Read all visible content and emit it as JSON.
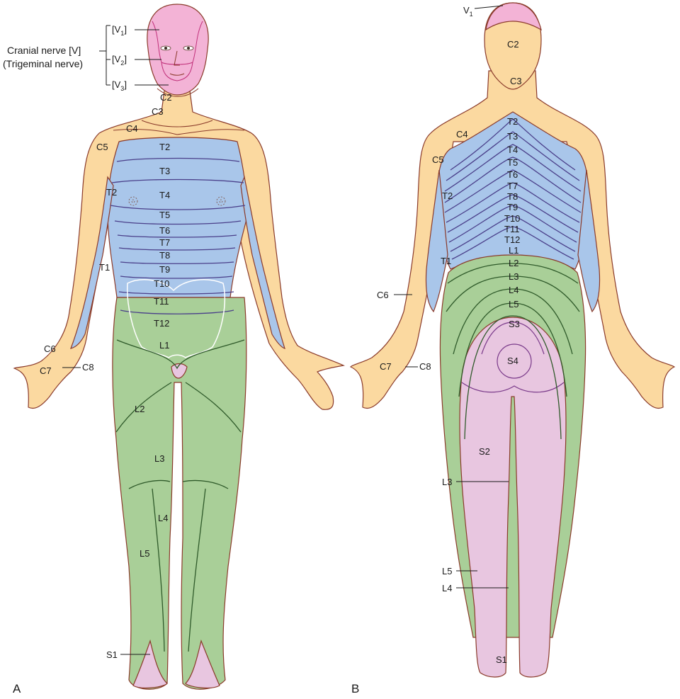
{
  "colors": {
    "cervical": "#fbd9a0",
    "thoracic": "#a9c6ea",
    "lumbar": "#a9cf98",
    "sacral": "#e8c6e0",
    "trigeminal": "#f3b3d6",
    "outline": "#8a3a2a"
  },
  "front": {
    "panel_letter": "A",
    "cranial_nerve": {
      "line1": "Cranial nerve [V]",
      "line2": "(Trigeminal nerve)",
      "v1": {
        "pre": "[V",
        "sub": "1",
        "post": "]"
      },
      "v2": {
        "pre": "[V",
        "sub": "2",
        "post": "]"
      },
      "v3": {
        "pre": "[V",
        "sub": "3",
        "post": "]"
      }
    },
    "labels": {
      "c2": "C2",
      "c3": "C3",
      "c4": "C4",
      "c5": "C5",
      "c6": "C6",
      "c7": "C7",
      "c8": "C8",
      "t1": "T1",
      "t2_arm": "T2",
      "t2": "T2",
      "t3": "T3",
      "t4": "T4",
      "t5": "T5",
      "t6": "T6",
      "t7": "T7",
      "t8": "T8",
      "t9": "T9",
      "t10": "T10",
      "t11": "T11",
      "t12": "T12",
      "l1": "L1",
      "l2": "L2",
      "l3": "L3",
      "l4": "L4",
      "l5": "L5",
      "s1": "S1"
    }
  },
  "back": {
    "panel_letter": "B",
    "v1": {
      "pre": "V",
      "sub": "1"
    },
    "labels": {
      "c2": "C2",
      "c3": "C3",
      "c4": "C4",
      "c5": "C5",
      "c6": "C6",
      "c7": "C7",
      "c8": "C8",
      "t1": "T1",
      "t2_arm": "T2",
      "t2": "T2",
      "t3": "T3",
      "t4": "T4",
      "t5": "T5",
      "t6": "T6",
      "t7": "T7",
      "t8": "T8",
      "t9": "T9",
      "t10": "T10",
      "t11": "T11",
      "t12": "T12",
      "l1": "L1",
      "l2": "L2",
      "l3": "L3",
      "l4": "L4",
      "l5": "L5",
      "l3_leg": "L3",
      "l5_leg": "L5",
      "l4_leg": "L4",
      "s1": "S1",
      "s2": "S2",
      "s3": "S3",
      "s4": "S4"
    }
  }
}
